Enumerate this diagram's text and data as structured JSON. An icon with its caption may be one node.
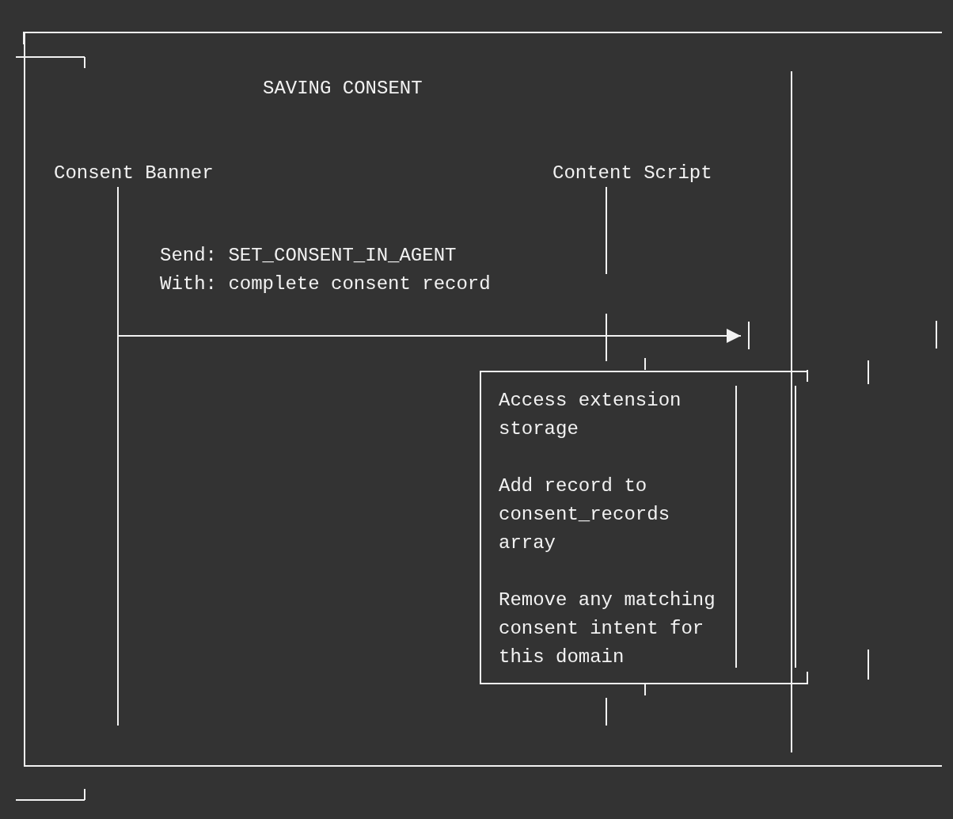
{
  "diagram": {
    "nodes": [
      {
        "text": [
          "SAVING CONSENT"
        ]
      },
      {
        "text": [
          "Consent Banner"
        ],
        "in": 0
      },
      {
        "text": [
          "Content Script"
        ],
        "in": 0
      },
      {
        "text": [
          "Access extension storage",
          "Add record to consent_records array",
          "Remove any matching consent intent for this domain"
        ],
        "in": 0
      }
    ],
    "edges": [
      {
        "from": 1,
        "to": 2,
        "arrow": "to",
        "label": "Send: SET_CONSENT_IN_AGENT With: complete consent record"
      }
    ]
  }
}
